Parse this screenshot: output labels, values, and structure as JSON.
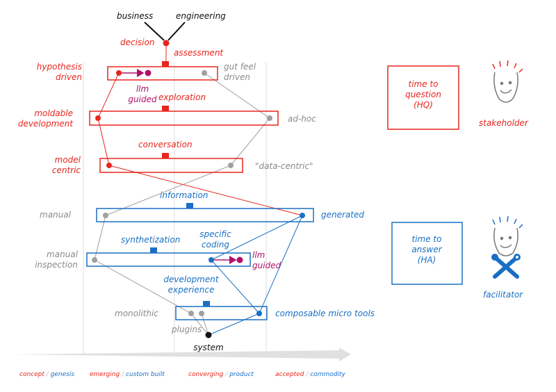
{
  "top": {
    "business": "business",
    "engineering": "engineering",
    "decision": "decision",
    "assessment": "assessment"
  },
  "rows": {
    "row1": {
      "left": "hypothesis\ndriven",
      "right": "gut feel\ndriven",
      "note": "llm\nguided"
    },
    "row2": {
      "left": "moldable\ndevelopment",
      "right": "ad-hoc",
      "center": "exploration"
    },
    "row3": {
      "left": "model\ncentric",
      "right": "\"data-centric\"",
      "center": "conversation"
    },
    "row4": {
      "left": "manual",
      "right": "generated",
      "center": "information"
    },
    "row5": {
      "left": "manual\ninspection",
      "center": "synthetization",
      "center2": "specific\ncoding",
      "note": "llm\nguided"
    },
    "row6": {
      "left": "monolithic",
      "right": "composable micro tools",
      "center": "development\nexperience",
      "below": "plugins"
    },
    "system": "system"
  },
  "side": {
    "hq": {
      "box": "time to\nquestion\n(HQ)",
      "role": "stakeholder"
    },
    "ha": {
      "box": "time to\nanswer\n(HA)",
      "role": "facilitator"
    }
  },
  "axis": {
    "stages": [
      {
        "a": "concept",
        "b": "genesis"
      },
      {
        "a": "emerging",
        "b": "custom built"
      },
      {
        "a": "converging",
        "b": "product"
      },
      {
        "a": "accepted",
        "b": "commodity"
      }
    ]
  },
  "colors": {
    "red": "#e8251d",
    "blue": "#1a6fc4",
    "gray": "#8a8a8a",
    "purple": "#b0106a",
    "black": "#111111"
  }
}
